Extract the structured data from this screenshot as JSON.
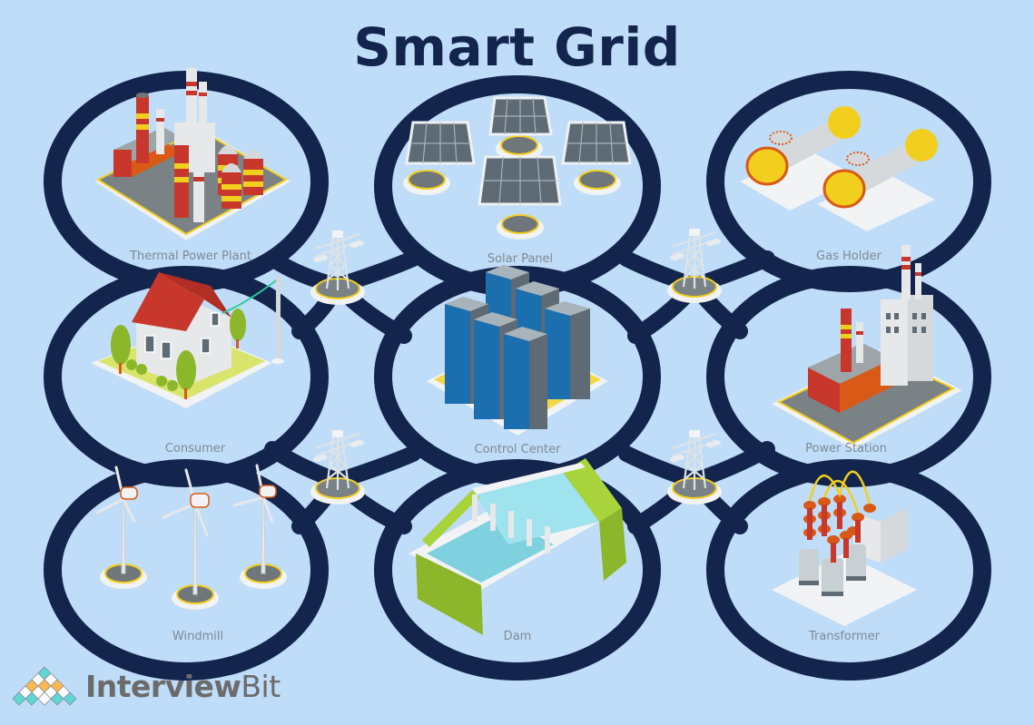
{
  "title": "Smart Grid",
  "colors": {
    "background": "#BFDCF8",
    "ring": "#14254D",
    "label": "#7F8A94",
    "accent_red": "#C8372B",
    "accent_yellow": "#F2CF1F",
    "accent_orange": "#D95A16"
  },
  "nodes": [
    {
      "id": "thermal-power-plant",
      "label": "Thermal Power Plant",
      "icon": "factory-icon"
    },
    {
      "id": "solar-panel",
      "label": "Solar Panel",
      "icon": "solar-panel-icon"
    },
    {
      "id": "gas-holder",
      "label": "Gas Holder",
      "icon": "gas-tank-icon"
    },
    {
      "id": "consumer",
      "label": "Consumer",
      "icon": "house-icon"
    },
    {
      "id": "control-center",
      "label": "Control Center",
      "icon": "server-rack-icon"
    },
    {
      "id": "power-station",
      "label": "Power Station",
      "icon": "power-station-icon"
    },
    {
      "id": "windmill",
      "label": "Windmill",
      "icon": "wind-turbine-icon"
    },
    {
      "id": "dam",
      "label": "Dam",
      "icon": "dam-icon"
    },
    {
      "id": "transformer",
      "label": "Transformer",
      "icon": "transformer-icon"
    }
  ],
  "connectors": [
    {
      "icon": "transmission-tower-icon",
      "position": "top-left"
    },
    {
      "icon": "transmission-tower-icon",
      "position": "top-right"
    },
    {
      "icon": "transmission-tower-icon",
      "position": "bottom-left"
    },
    {
      "icon": "transmission-tower-icon",
      "position": "bottom-right"
    }
  ],
  "logo": {
    "bold": "Interview",
    "regular": "Bit"
  }
}
